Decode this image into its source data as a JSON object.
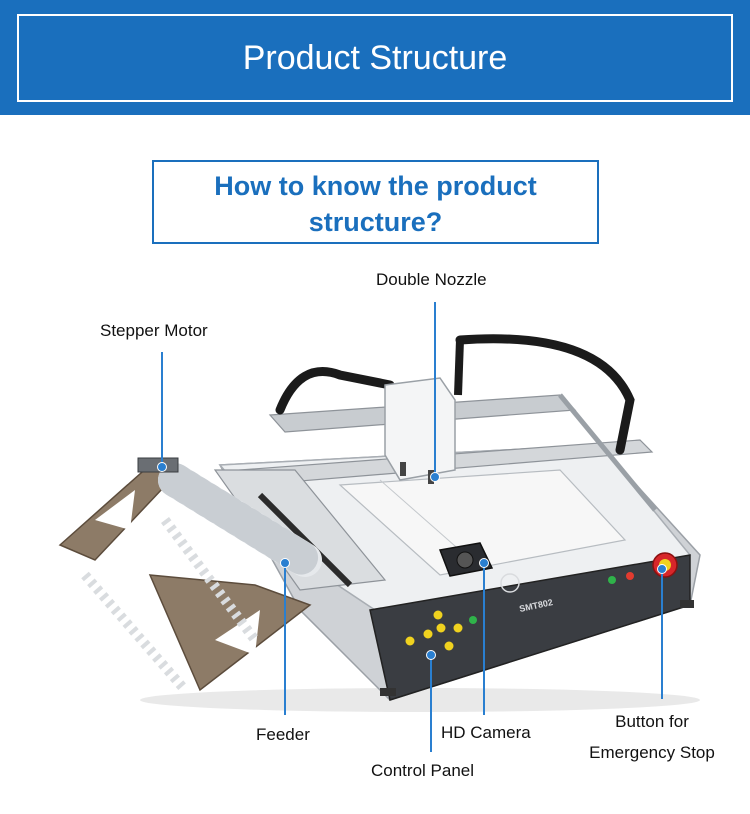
{
  "banner": {
    "title": "Product Structure"
  },
  "question": {
    "line1": "How to know the product",
    "line2": "structure?"
  },
  "callouts": {
    "double_nozzle": "Double Nozzle",
    "stepper_motor": "Stepper Motor",
    "feeder": "Feeder",
    "hd_camera": "HD Camera",
    "control_panel": "Control Panel",
    "emergency_line1": "Button for",
    "emergency_line2": "Emergency Stop"
  },
  "colors": {
    "brand_blue": "#1a6fbd",
    "leader_blue": "#2a7fd0"
  },
  "machine": {
    "model": "SMT802"
  }
}
